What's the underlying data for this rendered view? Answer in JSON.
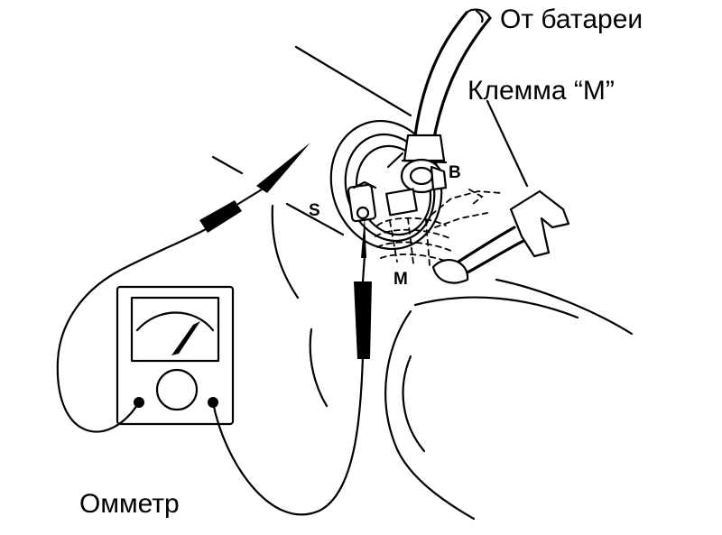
{
  "labels": {
    "battery": "От батареи",
    "terminal_m": "Клемма “M”",
    "ohmmeter": "Омметр",
    "b": "B",
    "s": "S",
    "m": "M"
  }
}
